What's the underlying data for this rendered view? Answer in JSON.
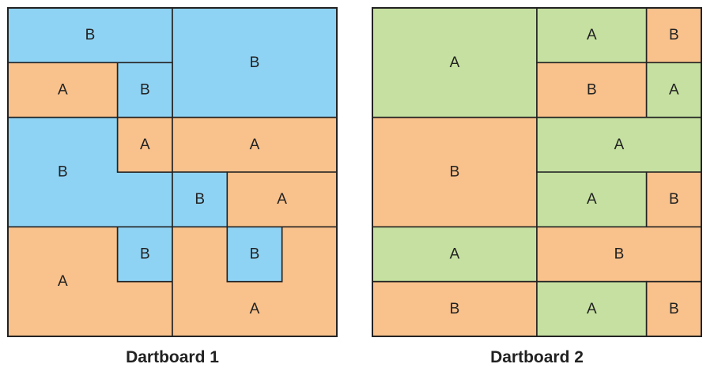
{
  "colors": {
    "blue": "#8fd3f4",
    "orange": "#f9c18b",
    "green": "#c5e0a0",
    "line": "#222222"
  },
  "boards": [
    {
      "title": "Dartboard 1",
      "regions": [
        {
          "label": "B",
          "color": "blue"
        },
        {
          "label": "B",
          "color": "blue"
        },
        {
          "label": "A",
          "color": "orange"
        },
        {
          "label": "B",
          "color": "blue"
        },
        {
          "label": "B",
          "color": "blue"
        },
        {
          "label": "A",
          "color": "orange"
        },
        {
          "label": "A",
          "color": "orange"
        },
        {
          "label": "B",
          "color": "blue"
        },
        {
          "label": "A",
          "color": "orange"
        },
        {
          "label": "A",
          "color": "orange"
        },
        {
          "label": "B",
          "color": "blue"
        },
        {
          "label": "A",
          "color": "orange"
        },
        {
          "label": "B",
          "color": "blue"
        }
      ]
    },
    {
      "title": "Dartboard 2",
      "regions": [
        {
          "label": "A",
          "color": "green"
        },
        {
          "label": "A",
          "color": "green"
        },
        {
          "label": "B",
          "color": "orange"
        },
        {
          "label": "B",
          "color": "orange"
        },
        {
          "label": "A",
          "color": "green"
        },
        {
          "label": "B",
          "color": "orange"
        },
        {
          "label": "A",
          "color": "green"
        },
        {
          "label": "A",
          "color": "green"
        },
        {
          "label": "B",
          "color": "orange"
        },
        {
          "label": "A",
          "color": "green"
        },
        {
          "label": "B",
          "color": "orange"
        },
        {
          "label": "B",
          "color": "orange"
        },
        {
          "label": "A",
          "color": "green"
        },
        {
          "label": "B",
          "color": "orange"
        }
      ]
    }
  ]
}
